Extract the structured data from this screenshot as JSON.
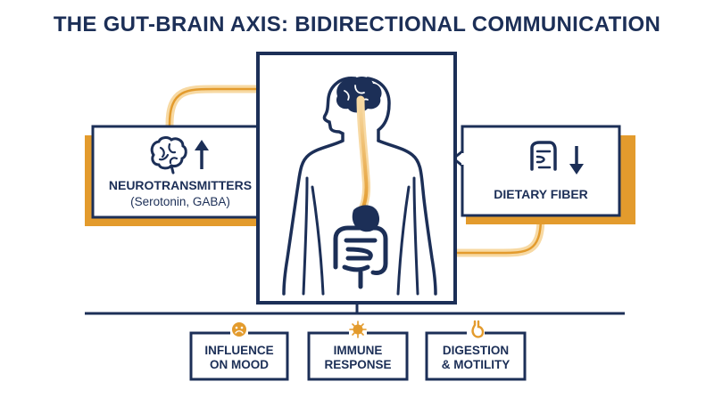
{
  "title": "THE GUT-BRAIN AXIS: BIDIRECTIONAL COMMUNICATION",
  "colors": {
    "navy": "#1c2f57",
    "orange": "#e39b2d",
    "light_orange": "#f7d9a3"
  },
  "left_card": {
    "title": "NEUROTRANSMITTERS",
    "subtitle": "(Serotonin, GABA)",
    "icon": "brain-icon",
    "arrow": "up-arrow-icon"
  },
  "right_card": {
    "title": "DIETARY FIBER",
    "icon": "intestine-icon",
    "arrow": "down-arrow-icon"
  },
  "center": {
    "icon": "human-body-icon"
  },
  "outcomes": [
    {
      "line1": "INFLUENCE",
      "line2": "ON MOOD",
      "icon": "sad-face-icon"
    },
    {
      "line1": "IMMUNE",
      "line2": "RESPONSE",
      "icon": "virus-icon"
    },
    {
      "line1": "DIGESTION",
      "line2": "& MOTILITY",
      "icon": "stomach-icon"
    }
  ]
}
